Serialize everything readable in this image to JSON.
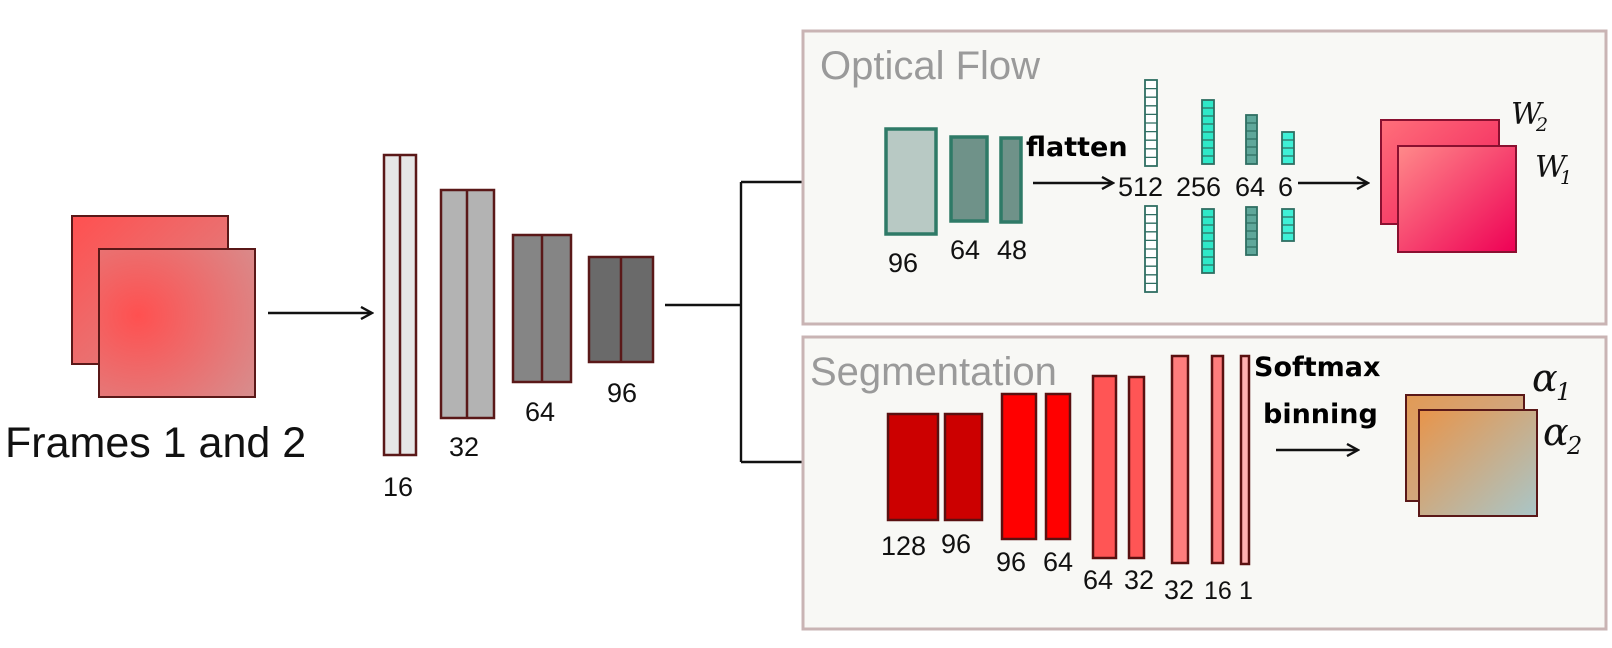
{
  "input": {
    "label": "Frames 1 and 2"
  },
  "encoder": {
    "channels": [
      "16",
      "32",
      "64",
      "96"
    ]
  },
  "optical_flow": {
    "title": "Optical Flow",
    "conv_channels": [
      "96",
      "64",
      "48"
    ],
    "flatten_label": "flatten",
    "fc_sizes": [
      "512",
      "256",
      "64",
      "6"
    ],
    "outputs": {
      "w2_base": "W",
      "w2_sub": "2",
      "w1_base": "W",
      "w1_sub": "1"
    }
  },
  "segmentation": {
    "title": "Segmentation",
    "conv_channels": [
      "128",
      "96",
      "96",
      "64",
      "64",
      "32",
      "32",
      "16",
      "1"
    ],
    "softmax_label": "Softmax",
    "binning_label": "binning",
    "outputs": {
      "a1_base": "α",
      "a1_sub": "1",
      "a2_base": "α",
      "a2_sub": "2"
    }
  },
  "colors": {
    "frame_red": "#ff5a5a",
    "encoder_fills": [
      "#e6e6e6",
      "#b3b3b3",
      "#858585",
      "#6a6a6a"
    ],
    "encoder_stroke": "#5a1818",
    "flow_conv_fills": [
      "#b8c9c4",
      "#6f9289",
      "#6f9289"
    ],
    "flow_stroke": "#2f7a67",
    "flow_fc_fills": [
      "#ffffff",
      "#2ee8c8",
      "#5fa79a",
      "#3ef0d6"
    ],
    "seg_fills": [
      "#cc0000",
      "#cc0000",
      "#ff0000",
      "#ff0000",
      "#ff5555",
      "#ff5555",
      "#ff7d7d",
      "#ff7d7d",
      "#ffb0b0"
    ],
    "seg_stroke": "#5a1010",
    "panel_bg": "#f8f8f5",
    "panel_border": "#c9b4b4"
  }
}
